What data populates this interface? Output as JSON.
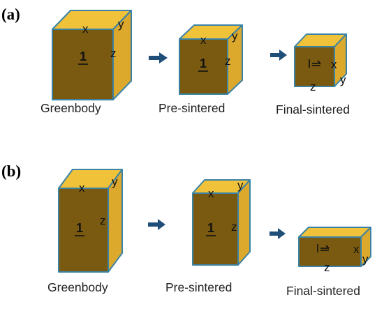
{
  "panels": [
    {
      "label": "(a)",
      "stages": [
        {
          "label": "Greenbody",
          "number": "1",
          "axes": {
            "x": "x",
            "y": "y",
            "z": "z"
          }
        },
        {
          "label": "Pre-sintered",
          "number": "1",
          "axes": {
            "x": "x",
            "y": "y",
            "z": "z"
          }
        },
        {
          "label": "Final-sintered",
          "number": "1",
          "axes": {
            "x": "x",
            "y": "y",
            "z": "z"
          }
        }
      ]
    },
    {
      "label": "(b)",
      "stages": [
        {
          "label": "Greenbody",
          "number": "1",
          "axes": {
            "x": "x",
            "y": "y",
            "z": "z"
          }
        },
        {
          "label": "Pre-sintered",
          "number": "1",
          "axes": {
            "x": "x",
            "y": "y",
            "z": "z"
          }
        },
        {
          "label": "Final-sintered",
          "number": "1",
          "axes": {
            "x": "x",
            "y": "y",
            "z": "z"
          }
        }
      ]
    }
  ],
  "colors": {
    "front": "#7a5a10",
    "top": "#f0c23a",
    "side": "#dca92d",
    "edge": "#3a83a6",
    "arrow": "#1f4e79"
  }
}
